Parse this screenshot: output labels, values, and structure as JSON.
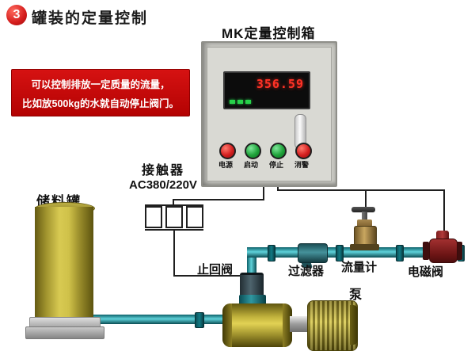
{
  "header": {
    "badge": "3",
    "title": "罐装的定量控制"
  },
  "note": {
    "line1": "可以控制排放一定质量的流量，",
    "line2": "比如放500kg的水就自动停止阀门。"
  },
  "control_box": {
    "title": "MK定量控制箱",
    "display_value": "356.59",
    "buttons": [
      {
        "label": "电源",
        "color": "#d31f1f"
      },
      {
        "label": "启动",
        "color": "#1fa23a"
      },
      {
        "label": "停止",
        "color": "#1fa23a"
      },
      {
        "label": "消警",
        "color": "#d31f1f"
      }
    ]
  },
  "contactor": {
    "name": "接触器",
    "rating": "AC380/220V"
  },
  "components": {
    "tank": "储料罐",
    "check_valve": "止回阀",
    "filter": "过滤器",
    "flow_meter": "流量计",
    "solenoid_valve": "电磁阀",
    "pump": "泵"
  },
  "colors": {
    "accent_red": "#c40000",
    "pipe_teal": "#2d9aa3",
    "tank_yellow": "#cfc04a",
    "led_red": "#ff3226",
    "button_red": "#d31f1f",
    "button_green": "#1fa23a"
  }
}
